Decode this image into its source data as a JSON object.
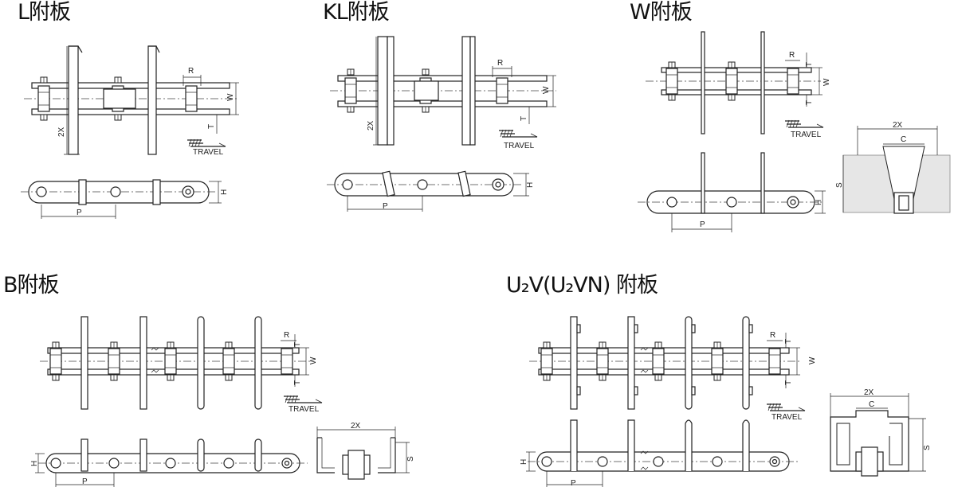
{
  "titles": {
    "l": "L附板",
    "kl": "KL附板",
    "w": "W附板",
    "b": "B附板",
    "u": "U₂V(U₂VN) 附板"
  },
  "labels": {
    "r": "R",
    "w": "W",
    "t": "T",
    "two_x": "2X",
    "h": "H",
    "p": "P",
    "c": "C",
    "s": "S",
    "travel": "TRAVEL"
  }
}
